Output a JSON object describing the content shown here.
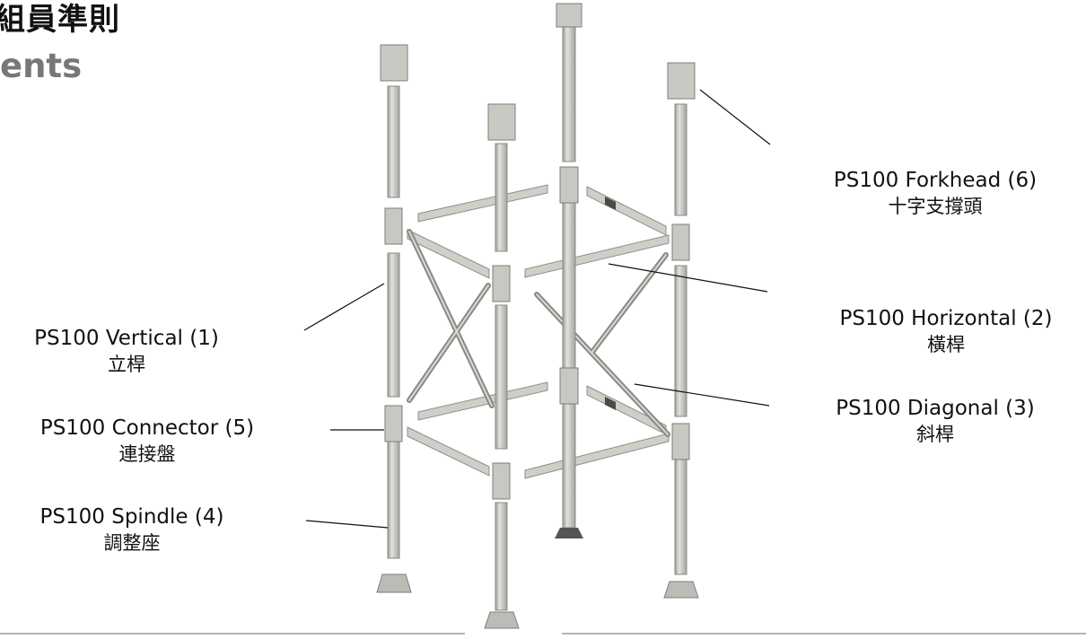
{
  "header": {
    "title_zh": "組員準則",
    "title_en": "ents"
  },
  "components": [
    {
      "name": "PS100 Vertical (1)",
      "zh": "立桿"
    },
    {
      "name": "PS100 Connector (5)",
      "zh": "連接盤"
    },
    {
      "name": "PS100 Spindle (4)",
      "zh": "調整座"
    },
    {
      "name": "PS100 Forkhead (6)",
      "zh": "十字支撐頭"
    },
    {
      "name": "PS100 Horizontal (2)",
      "zh": "橫桿"
    },
    {
      "name": "PS100 Diagonal (3)",
      "zh": "斜桿"
    }
  ],
  "colors": {
    "steel_light": "#d4d4d0",
    "steel_mid": "#b9b9b4",
    "steel_dark": "#8a8a85",
    "rule": "#b5b5b5",
    "text": "#111111"
  }
}
